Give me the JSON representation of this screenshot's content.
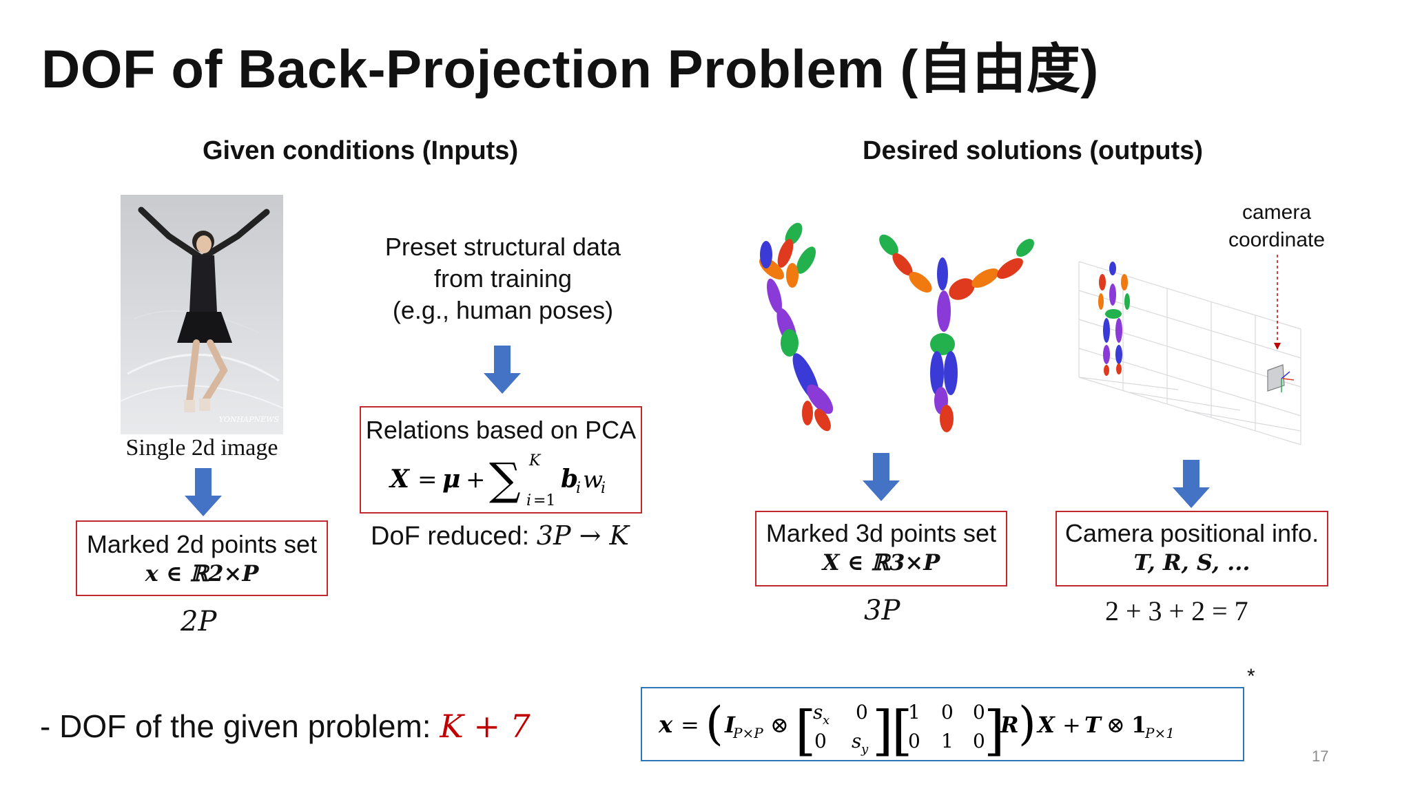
{
  "slide": {
    "title": "DOF of Back-Projection Problem (自由度)",
    "page_number": "17"
  },
  "inputs": {
    "heading": "Given conditions (Inputs)",
    "image_caption": "Single 2d image",
    "watermark": "YONHAPNEWS",
    "box2d_title": "Marked 2d points set",
    "box2d_math": "x ∈ ℝ2×P",
    "dof_2d": "2P",
    "preset_line1": "Preset structural data",
    "preset_line2": "from training",
    "preset_line3": "(e.g., human poses)",
    "pca_title": "Relations based on PCA",
    "pca_formula": "X = μ + Σ bᵢwᵢ",
    "dof_reduced_label": "DoF reduced: ",
    "dof_reduced_math": "3P → K"
  },
  "outputs": {
    "heading": "Desired solutions (outputs)",
    "camera_label_1": "camera",
    "camera_label_2": "coordinate",
    "box3d_title": "Marked 3d points set",
    "box3d_math": "X ∈ ℝ3×P",
    "dof_3d": "3P",
    "camera_box_title": "Camera positional info.",
    "camera_box_math": "T, R, S, ...",
    "dof_camera": "2 + 3 + 2 = 7"
  },
  "summary": {
    "text": "- DOF of the given problem: ",
    "math": "K + 7",
    "asterisk": "*"
  },
  "colors": {
    "accent_red": "#c00000",
    "box_border_red": "#c0282e",
    "arrow_blue": "#4472c4",
    "formula_border": "#2e75b6"
  }
}
